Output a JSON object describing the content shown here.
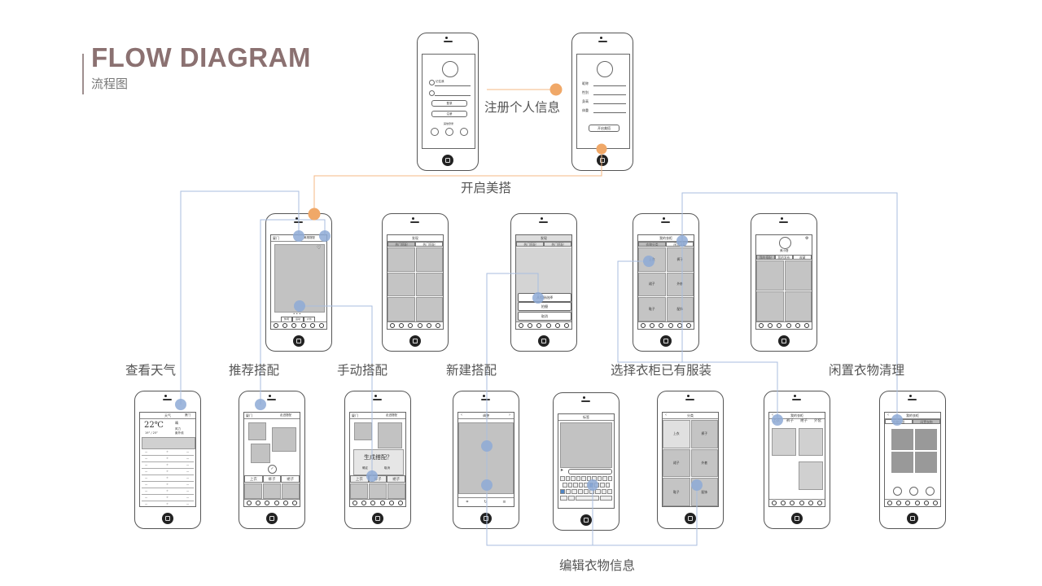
{
  "header": {
    "title": "FLOW DIAGRAM",
    "subtitle": "流程图"
  },
  "flow_labels": {
    "register": "注册个人信息",
    "enable": "开启美搭",
    "weather": "查看天气",
    "recommend": "推荐搭配",
    "manual": "手动搭配",
    "create": "新建搭配",
    "wardrobe": "选择衣柜已有服装",
    "idle": "闲置衣物清理",
    "edit": "编辑衣物信息"
  },
  "screens": {
    "login": {
      "remember": "记住我",
      "login_btn": "登录",
      "register_btn": "注册",
      "other": "其他登录"
    },
    "profile": {
      "fields": [
        "昵称",
        "性别",
        "身高",
        "体重"
      ],
      "start_btn": "开启美搭"
    },
    "recommend": {
      "loc": "厦门",
      "name": "美搭搭配",
      "tags": [
        "休闲",
        "运动",
        "户外"
      ]
    },
    "discover": {
      "title": "发现",
      "tabs": [
        "热门搭配",
        "热门搭配"
      ]
    },
    "create_sheet": {
      "title": "发现",
      "tabs": [
        "热门搭配",
        "热门搭配"
      ],
      "opts": [
        "从相册选择",
        "拍摄",
        "取消"
      ]
    },
    "wardrobe": {
      "title": "我的衣柜",
      "tabs": [
        "衣物分类",
        "闲置衣物"
      ],
      "cells": [
        "上衣",
        "裤子",
        "裙子",
        "外套",
        "鞋子",
        "配饰"
      ]
    },
    "me": {
      "name": "美小搭",
      "tabs": [
        "我的搭配",
        "我的发布",
        "收藏"
      ]
    },
    "weather": {
      "title": "天气",
      "loc": "厦门",
      "temp": "22℃",
      "range": "19° / 25°",
      "cond": "晴",
      "wind": "风力",
      "aqi": "紫外线"
    },
    "rec2": {
      "loc": "厦门",
      "name": "走进搭配",
      "bar": [
        "上衣",
        "裤子",
        "裙子"
      ]
    },
    "manual2": {
      "loc": "厦门",
      "name": "走进搭配",
      "dialog": "生成搭配？",
      "ok": "确定",
      "cancel": "取消",
      "bar": [
        "上衣",
        "裤子",
        "裙子"
      ]
    },
    "edit": {
      "title": "调整"
    },
    "keyboard": {
      "title": "标签"
    },
    "category": {
      "title": "分类",
      "cells": [
        "上衣",
        "裤子",
        "裙子",
        "外套",
        "鞋子",
        "配饰"
      ]
    },
    "select": {
      "title": "我的衣柜",
      "cats": [
        "上衣",
        "裤子",
        "裙子",
        "外套"
      ]
    },
    "idle2": {
      "title": "我的衣柜",
      "tabs": [
        "衣物分类",
        "闲置衣物"
      ]
    }
  },
  "colors": {
    "title": "#8b7171",
    "orange": "#f0a868",
    "orange_line": "#f4b885",
    "blue": "#8eaad6",
    "blue_line": "#a9bedf"
  }
}
